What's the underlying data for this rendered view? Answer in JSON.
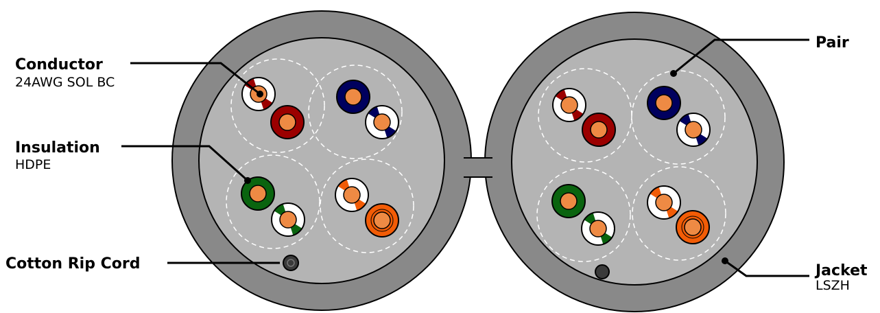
{
  "labels": {
    "conductor": {
      "title": "Conductor",
      "sub": "24AWG SOL BC"
    },
    "insulation": {
      "title": "Insulation",
      "sub": "HDPE"
    },
    "rip_cord": {
      "title": "Cotton Rip Cord"
    },
    "pair": {
      "title": "Pair"
    },
    "jacket": {
      "title": "Jacket",
      "sub": "LSZH"
    }
  },
  "colors": {
    "jacket": "#898989",
    "core": "#b4b4b4",
    "outline": "#000000",
    "copper": "#ee8a44",
    "brown": "#9b0000",
    "blue": "#00005e",
    "green": "#0a640f",
    "orange": "#f25c06",
    "stripe_base": "#ffffff",
    "rip_cord": "#3a3a3a"
  },
  "pair_colors": [
    "brown",
    "blue",
    "green",
    "orange"
  ]
}
